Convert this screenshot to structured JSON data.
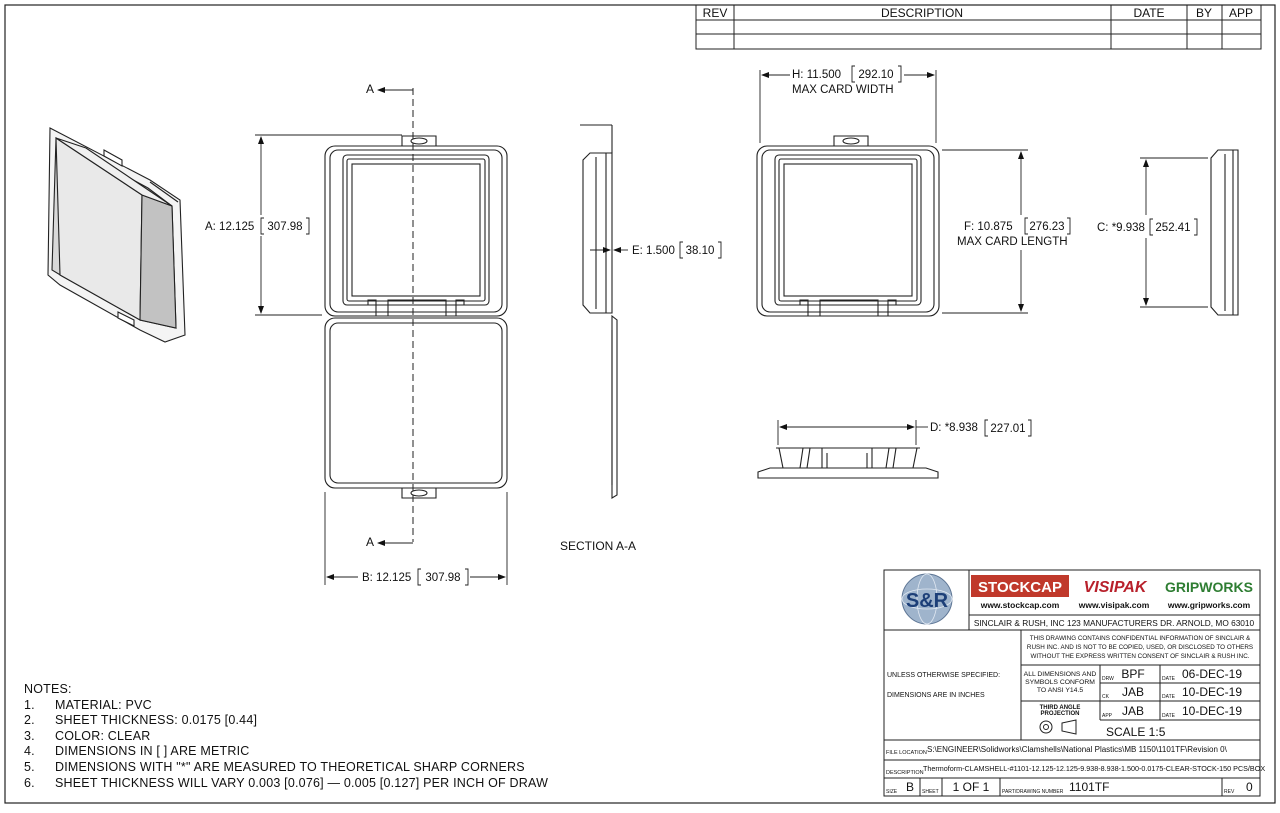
{
  "revision_table": {
    "headers": [
      "REV",
      "DESCRIPTION",
      "DATE",
      "BY",
      "APP"
    ]
  },
  "dimensions": {
    "A": "A: 12.125",
    "A_metric": "307.98",
    "B": "B: 12.125",
    "B_metric": "307.98",
    "E": "E: 1.500",
    "E_metric": "38.10",
    "H": "H: 11.500",
    "H_metric": "292.10",
    "H_caption": "MAX CARD WIDTH",
    "F": "F: 10.875",
    "F_metric": "276.23",
    "F_caption": "MAX CARD LENGTH",
    "C": "C: *9.938",
    "C_metric": "252.41",
    "D": "D: *8.938",
    "D_metric": "227.01"
  },
  "section_marker": "A",
  "section_label": "SECTION A-A",
  "notes": {
    "title": "NOTES:",
    "items": [
      {
        "num": "1.",
        "text": "MATERIAL: PVC"
      },
      {
        "num": "2.",
        "text": "SHEET THICKNESS:  0.0175 [0.44]"
      },
      {
        "num": "3.",
        "text": "COLOR: CLEAR"
      },
      {
        "num": "4.",
        "text": "DIMENSIONS IN [ ] ARE METRIC"
      },
      {
        "num": "5.",
        "text": "DIMENSIONS WITH \"*\" ARE MEASURED TO THEORETICAL SHARP CORNERS"
      },
      {
        "num": "6.",
        "text": "SHEET THICKNESS WILL VARY 0.003 [0.076] — 0.005 [0.127] PER INCH OF DRAW"
      }
    ]
  },
  "title_block": {
    "logo_text": "S&R",
    "brands": {
      "stockcap": "STOCKCAP",
      "stockcap_url": "www.stockcap.com",
      "visipak": "VISIPAK",
      "visipak_url": "www.visipak.com",
      "gripworks": "GRIPWORKS",
      "gripworks_url": "www.gripworks.com"
    },
    "company_line": "SINCLAIR & RUSH, INC 123 MANUFACTURERS DR. ARNOLD, MO 63010",
    "confidential": [
      "THIS DRAWING CONTAINS CONFIDENTIAL INFORMATION OF SINCLAIR &",
      "RUSH INC. AND IS NOT TO BE COPIED, USED, OR DISCLOSED TO OTHERS",
      "WITHOUT THE EXPRESS WRITTEN CONSENT OF SINCLAIR & RUSH INC."
    ],
    "unless_text": "UNLESS OTHERWISE SPECIFIED:",
    "dims_inches": "DIMENSIONS ARE IN INCHES",
    "ansi": [
      "ALL DIMENSIONS AND",
      "SYMBOLS CONFORM",
      "TO ANSI Y14.5"
    ],
    "projection": [
      "THIRD ANGLE",
      "PROJECTION"
    ],
    "drw_label": "DRW",
    "drw": "BPF",
    "drw_date": "06-DEC-19",
    "ck_label": "CK",
    "ck": "JAB",
    "ck_date": "10-DEC-19",
    "app_label": "APP",
    "app": "JAB",
    "app_date": "10-DEC-19",
    "date_label": "DATE",
    "scale": "SCALE 1:5",
    "file_location_label": "FILE LOCATION",
    "file_location": "S:\\ENGINEER\\Solidworks\\Clamshells\\National Plastics\\MB 1150\\1101TF\\Revision 0\\",
    "description_label": "DESCRIPTION",
    "description": "Thermoform-CLAMSHELL-#1101-12.125-12.125-9.938-8.938-1.500-0.0175-CLEAR-STOCK-150 PCS/BOX",
    "size_label": "SIZE",
    "size": "B",
    "sheet_label": "SHEET",
    "sheet": "1 OF 1",
    "part_label": "PART/DRAWING NUMBER",
    "part_number": "1101TF",
    "rev_label": "REV",
    "rev": "0"
  },
  "colors": {
    "line": "#222222",
    "stockcap_bg": "#c0392b",
    "visipak": "#b8202b",
    "gripworks": "#2e7d32"
  }
}
